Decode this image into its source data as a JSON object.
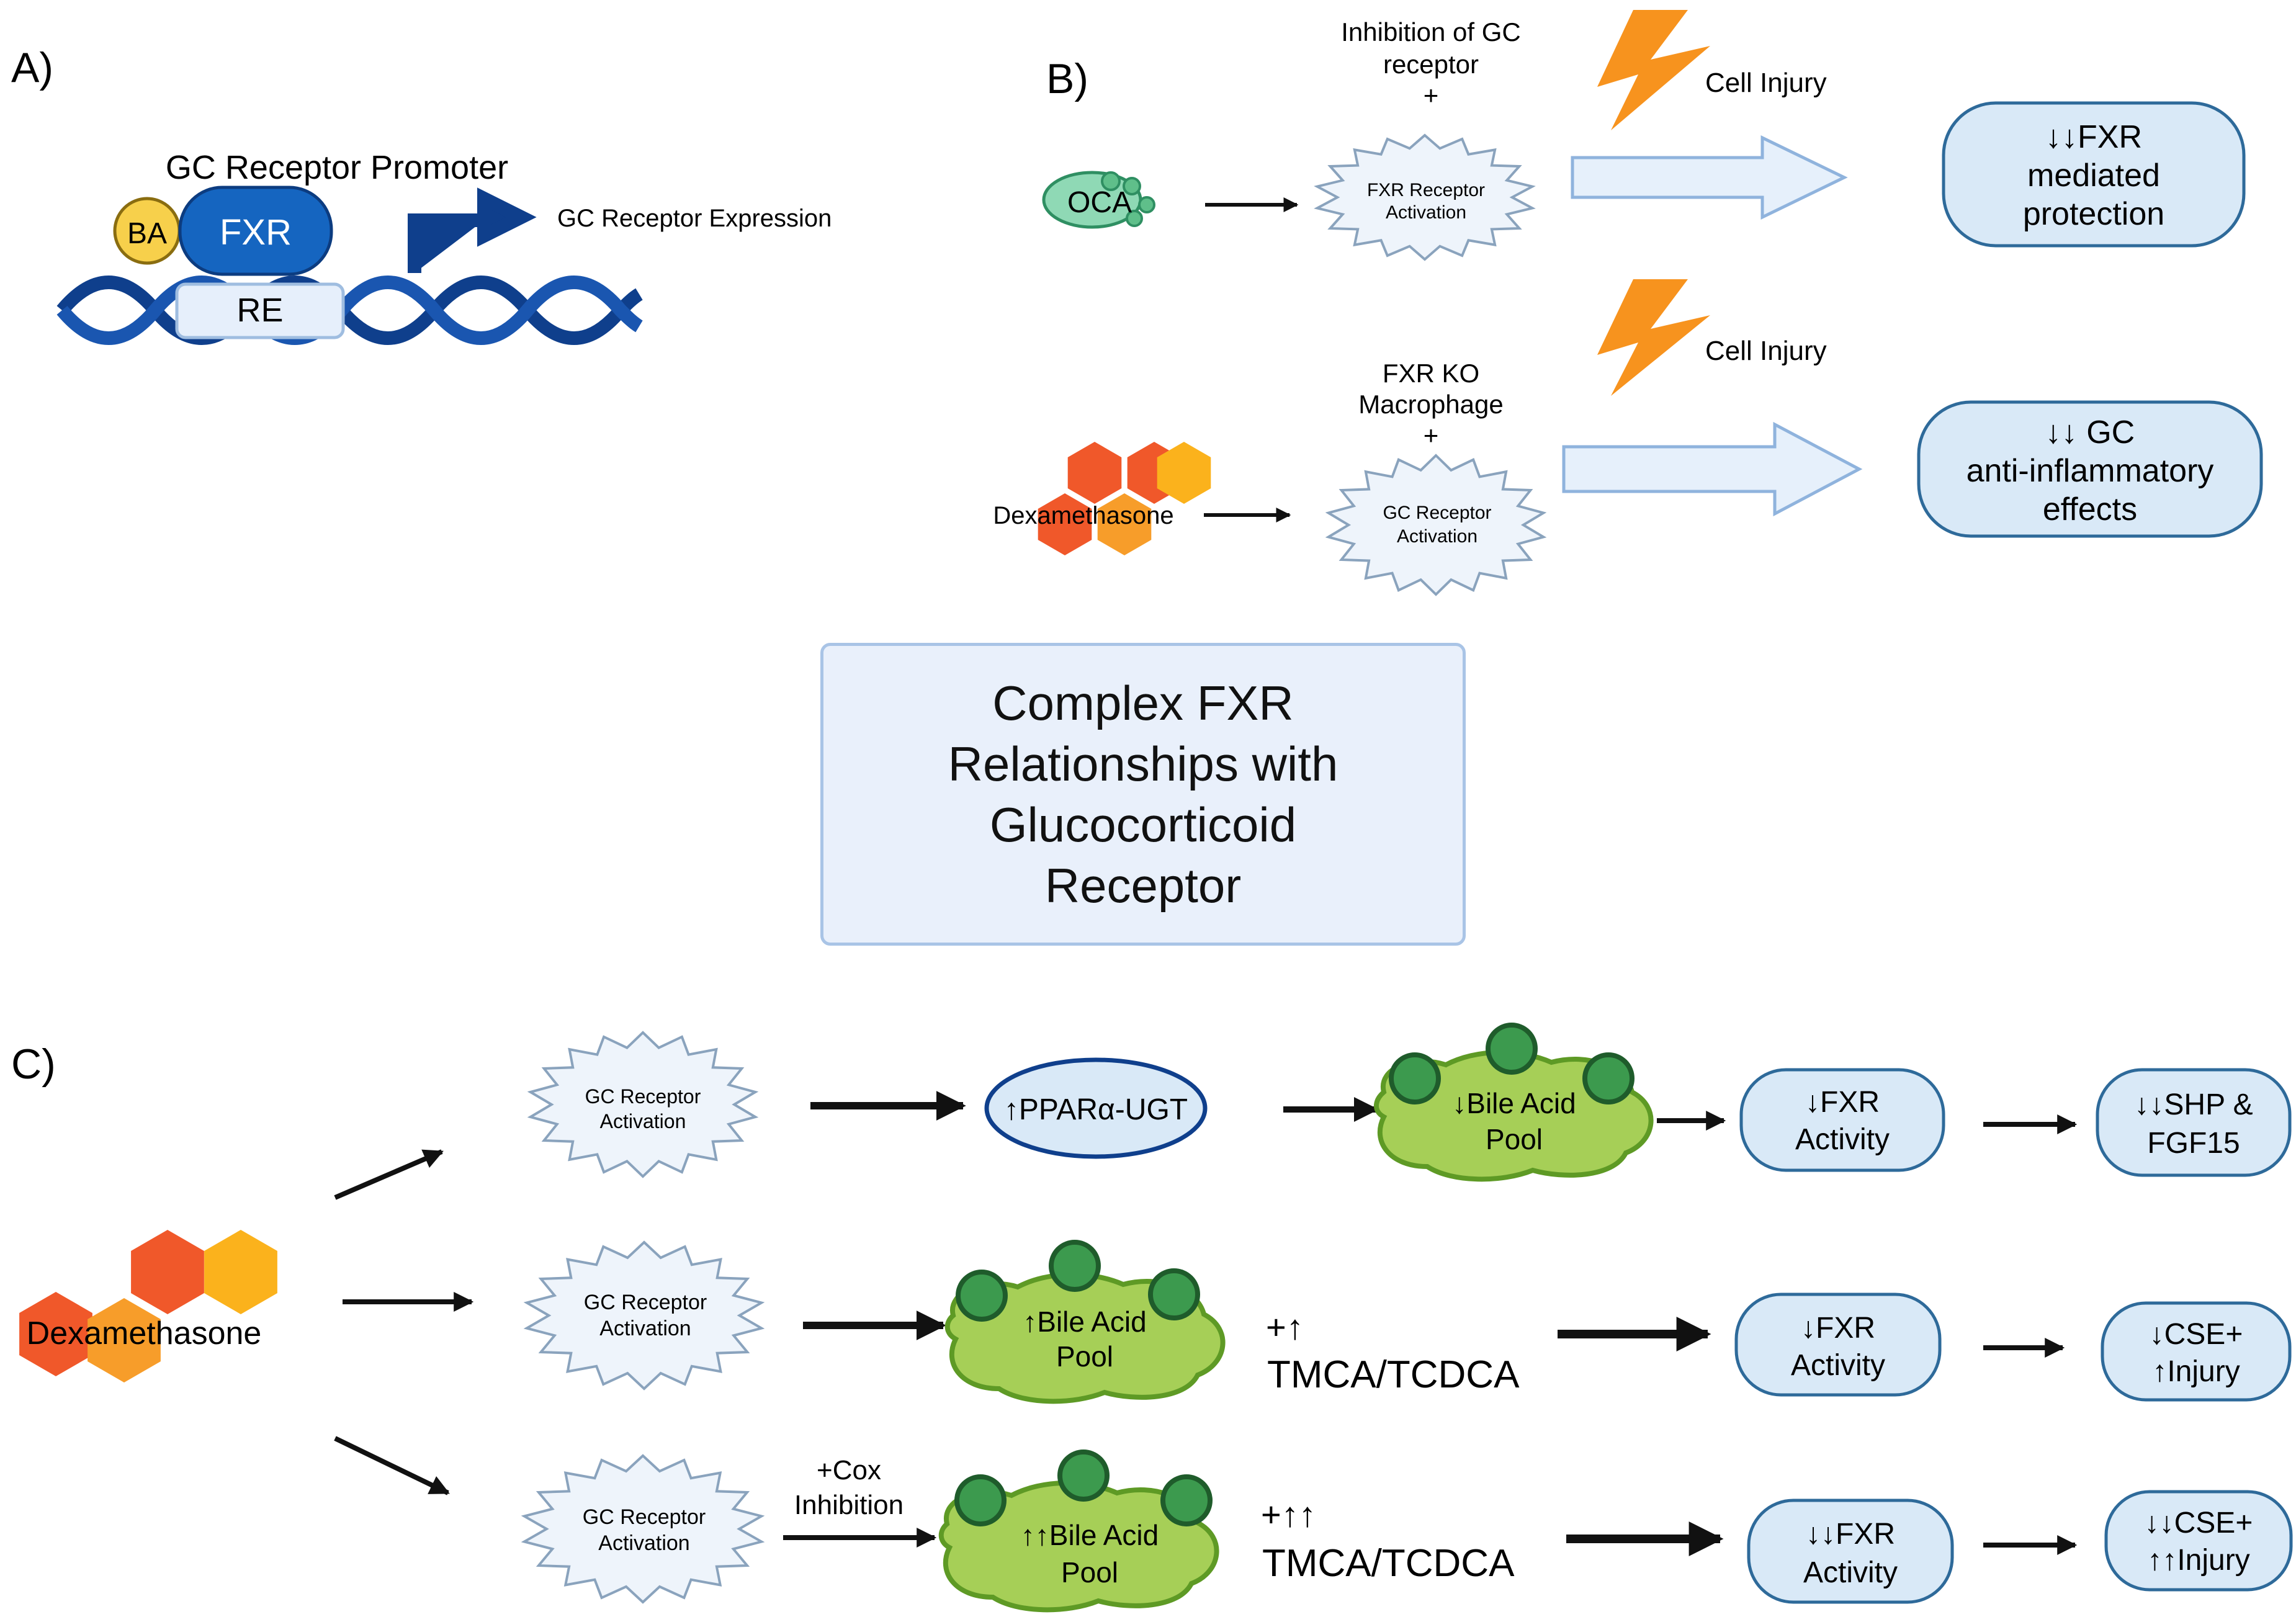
{
  "panels": {
    "a": "A)",
    "b": "B)",
    "c": "C)"
  },
  "colors": {
    "dna": "#0f3f8c",
    "fxr": "#1565c0",
    "ba": "#f7d04b",
    "box_fill": "#d9e9f7",
    "box_stroke": "#2e6a9a",
    "star_fill": "#eef4fb",
    "star_stroke": "#8aa3bd",
    "arrow_fill": "#e6f0fb",
    "arrow_stroke": "#8fb3dd",
    "bolt": "#f7931e",
    "oca": "#8fd9b5",
    "bile": "#a6cf57",
    "bile_dark": "#5e9a25",
    "bead": "#2a7d3e",
    "hex_red": "#f0582a",
    "hex_orange": "#f79d2a",
    "hex_yellow": "#fbb21c",
    "title_fill": "#e9f0fb",
    "title_stroke": "#a9c4e6"
  },
  "panel_a": {
    "promoter_label": "GC Receptor Promoter",
    "ba_label": "BA",
    "fxr_label": "FXR",
    "re_label": "RE",
    "expression_label": "GC Receptor Expression"
  },
  "panel_b": {
    "row1": {
      "drug": "OCA",
      "condition_lines": [
        "Inhibition of GC",
        "receptor",
        "+"
      ],
      "star_lines": [
        "FXR Receptor",
        "Activation"
      ],
      "injury": "Cell Injury",
      "outcome_lines": [
        "↓↓FXR",
        "mediated",
        "protection"
      ]
    },
    "row2": {
      "drug": "Dexamethasone",
      "condition_lines": [
        "FXR KO",
        "Macrophage",
        "+"
      ],
      "star_lines": [
        "GC Receptor",
        "Activation"
      ],
      "injury": "Cell Injury",
      "outcome_lines": [
        "↓↓ GC",
        "anti-inflammatory",
        "effects"
      ]
    }
  },
  "title_box": {
    "text": "Complex FXR\nRelationships with\nGlucocorticoid\nReceptor"
  },
  "panel_c": {
    "drug": "Dexamethasone",
    "row1": {
      "star_lines": [
        "GC Receptor",
        "Activation"
      ],
      "ppar": "↑PPARα-UGT",
      "bile_lines": [
        "↓Bile Acid",
        "Pool"
      ],
      "fxr_lines": [
        "↓FXR",
        "Activity"
      ],
      "outcome_lines": [
        "↓↓SHP &",
        "FGF15"
      ]
    },
    "row2": {
      "star_lines": [
        "GC Receptor",
        "Activation"
      ],
      "bile_lines": [
        "↑Bile Acid",
        "Pool"
      ],
      "tmca_lines": [
        "+↑",
        "TMCA/TCDCA"
      ],
      "fxr_lines": [
        "↓FXR",
        "Activity"
      ],
      "outcome_lines": [
        "↓CSE+",
        "↑Injury"
      ]
    },
    "row3": {
      "star_lines": [
        "GC Receptor",
        "Activation"
      ],
      "cox_lines": [
        "+Cox",
        "Inhibition"
      ],
      "bile_lines": [
        "↑↑Bile Acid",
        "Pool"
      ],
      "tmca_lines": [
        "+↑↑",
        "TMCA/TCDCA"
      ],
      "fxr_lines": [
        "↓↓FXR",
        "Activity"
      ],
      "outcome_lines": [
        "↓↓CSE+",
        "↑↑Injury"
      ]
    }
  }
}
